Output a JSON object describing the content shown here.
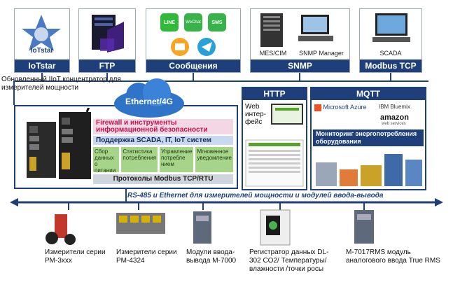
{
  "services": {
    "iotstar": {
      "label": "IoTstar",
      "logo_text": "IoTstar"
    },
    "ftp": {
      "label": "FTP"
    },
    "messages": {
      "label": "Сообщения",
      "apps": [
        "LINE",
        "WeChat",
        "SMS"
      ]
    },
    "snmp": {
      "label": "SNMP",
      "devices": [
        "MES/CIM",
        "SNMP Manager"
      ]
    },
    "modbus": {
      "label": "Modbus TCP",
      "device": "SCADA"
    }
  },
  "gateway": {
    "caption": "Обновленный IIoT концентратор для измерителей мощности",
    "cloud": "Ethernet/4G",
    "firewall": "Firewall и инструменты информационной безопасности",
    "support": "Поддержка SCADA, IT, IoT систем",
    "features": [
      "Сбор данных о питании",
      "Статистика потребления",
      "Управление потребле нием",
      "Мгновенное уведомление"
    ],
    "protocols": "Протоколы Modbus TCP/RTU"
  },
  "http": {
    "label": "HTTP",
    "text": "Web интер- фейс"
  },
  "mqtt": {
    "label": "MQTT",
    "clouds": [
      "Microsoft Azure",
      "IBM Bluemix",
      "amazon",
      "web services"
    ],
    "banner": "Мониторинг энергопотребления оборудования"
  },
  "bus": {
    "label": "RS-485 и Ethernet для измерителей мощности и модулей ввода-вывода"
  },
  "devices": [
    {
      "caption": "Измерители серии PM-3xxx"
    },
    {
      "caption": "Измерители серии PM-4324"
    },
    {
      "caption": "Модули ввода-вывода M-7000"
    },
    {
      "caption": "Регистратор данных DL-302 CO2/ Температуры/ влажности /точки росы"
    },
    {
      "caption": "M-7017RMS модуль аналогового ввода True RMS"
    }
  ],
  "colors": {
    "navy": "#1f3f7a",
    "pink": "#f4d7e4",
    "green": "#a6d58a",
    "blue": "#c9d9f2"
  }
}
